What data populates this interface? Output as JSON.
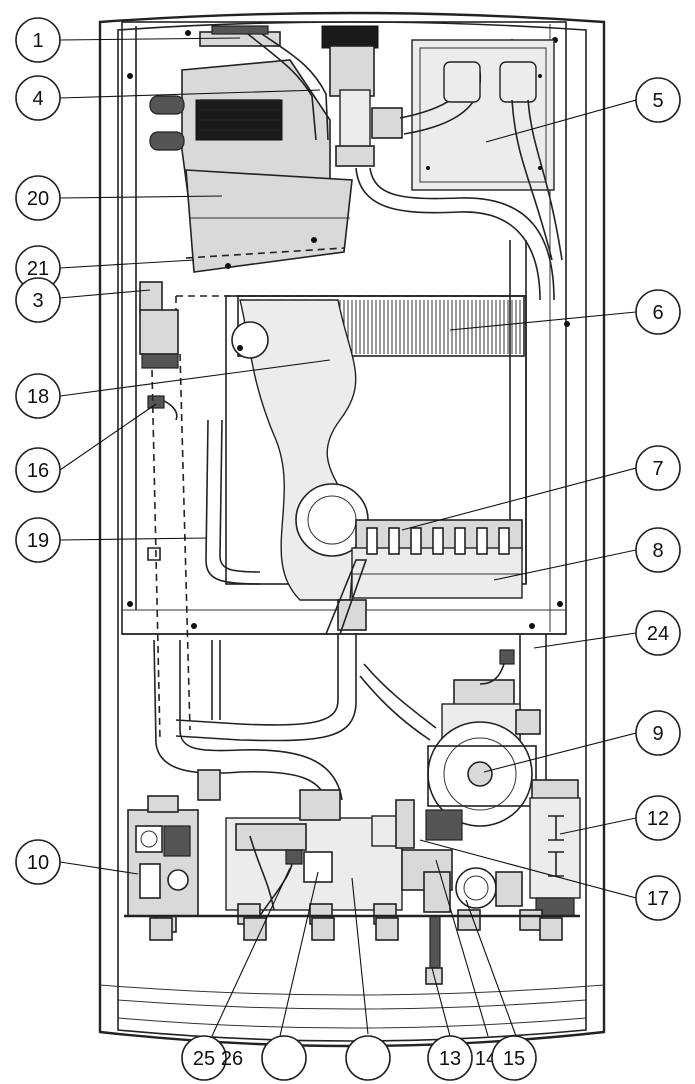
{
  "diagram": {
    "callouts": [
      {
        "id": "c1",
        "label": "1"
      },
      {
        "id": "c4",
        "label": "4"
      },
      {
        "id": "c20",
        "label": "20"
      },
      {
        "id": "c21",
        "label": "21"
      },
      {
        "id": "c3",
        "label": "3"
      },
      {
        "id": "c18",
        "label": "18"
      },
      {
        "id": "c16",
        "label": "16"
      },
      {
        "id": "c19",
        "label": "19"
      },
      {
        "id": "c10",
        "label": "10"
      },
      {
        "id": "c5",
        "label": "5"
      },
      {
        "id": "c6",
        "label": "6"
      },
      {
        "id": "c7",
        "label": "7"
      },
      {
        "id": "c8",
        "label": "8"
      },
      {
        "id": "c24",
        "label": "24"
      },
      {
        "id": "c9",
        "label": "9"
      },
      {
        "id": "c12",
        "label": "12"
      },
      {
        "id": "c17",
        "label": "17"
      },
      {
        "id": "c25",
        "label": "25"
      },
      {
        "id": "c26",
        "label": "26"
      },
      {
        "id": "c13",
        "label": "13"
      },
      {
        "id": "c14",
        "label": "14"
      },
      {
        "id": "c15",
        "label": "15"
      }
    ],
    "colors": {
      "line": "#222222",
      "fill_grey": "#d9d9d9",
      "fill_light": "#ececec",
      "background": "#ffffff"
    }
  }
}
